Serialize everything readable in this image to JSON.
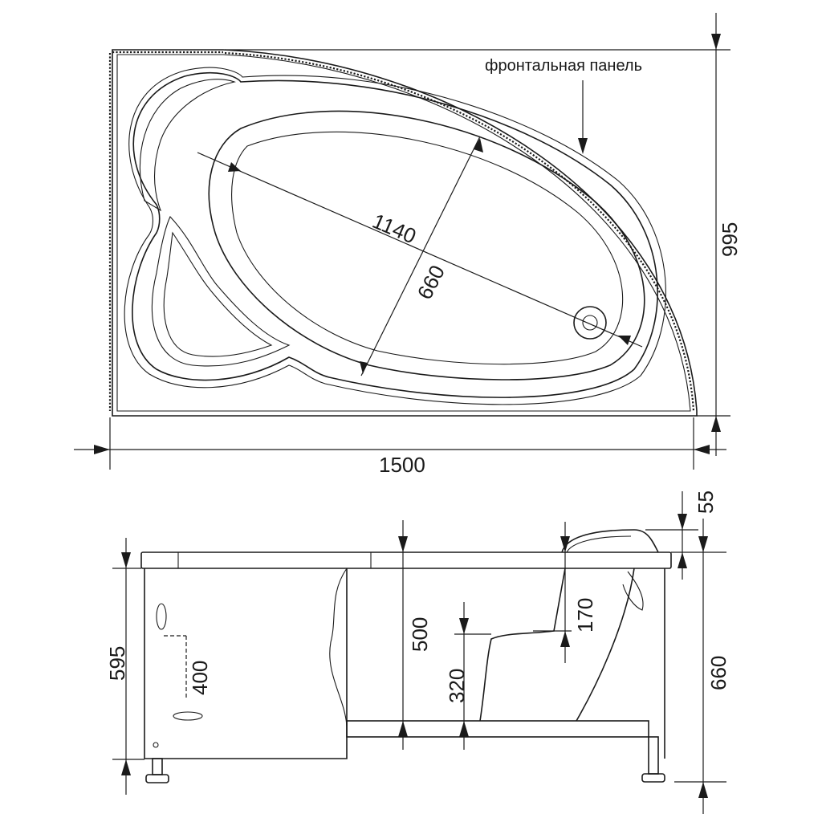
{
  "top_view": {
    "annotation_front_panel": "фронтальная панель",
    "dim_length": "1500",
    "dim_width": "995",
    "dim_inner_length": "1140",
    "dim_inner_width": "660"
  },
  "side_view": {
    "dim_total_height": "595",
    "dim_front_height": "660",
    "dim_rim": "55",
    "dim_depth": "500",
    "dim_seat": "320",
    "dim_headrest": "170",
    "dim_overflow": "400"
  }
}
